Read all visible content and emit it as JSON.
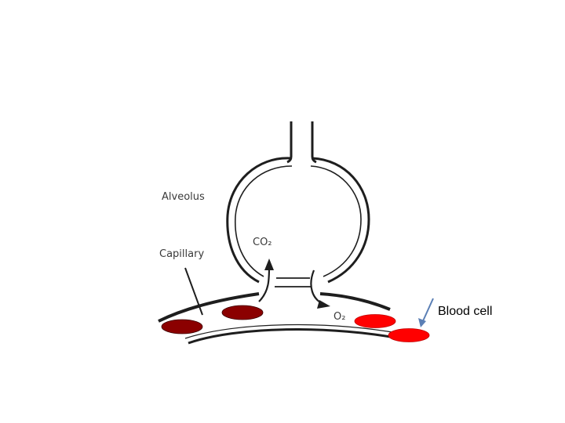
{
  "labels": {
    "alveolus": "Alveolus",
    "capillary": "Capillary",
    "co2": "CO₂",
    "o2": "O₂",
    "blood_cell": "Blood cell"
  },
  "colors": {
    "line": "#1e1e1e",
    "deoxygenated_cell": "#8b0000",
    "oxygenated_cell": "#ff0000",
    "callout_arrow": "#5b7fb5"
  }
}
